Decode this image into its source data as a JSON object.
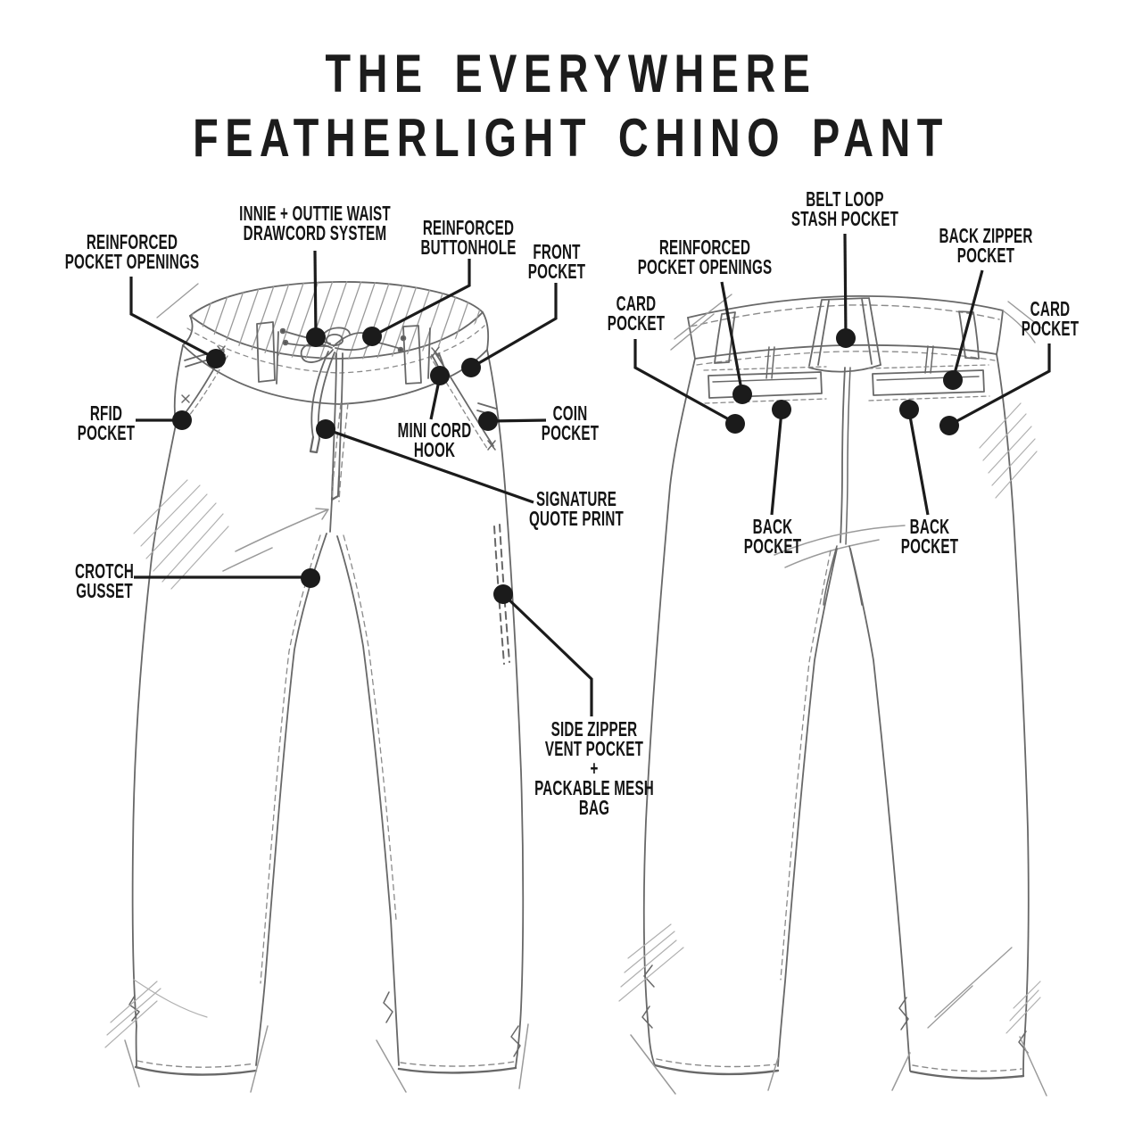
{
  "title": {
    "line1": "THE EVERYWHERE",
    "line2": "FEATHERLIGHT CHINO PANT"
  },
  "front_view": {
    "labels": {
      "reinforced_pocket_openings": "REINFORCED\nPOCKET OPENINGS",
      "drawcord": "INNIE + OUTTIE WAIST\nDRAWCORD SYSTEM",
      "buttonhole": "REINFORCED\nBUTTONHOLE",
      "front_pocket": "FRONT\nPOCKET",
      "rfid_pocket": "RFID\nPOCKET",
      "mini_cord_hook": "MINI CORD\nHOOK",
      "coin_pocket": "COIN\nPOCKET",
      "signature_quote": "SIGNATURE\nQUOTE PRINT",
      "crotch_gusset": "CROTCH\nGUSSET",
      "side_zipper": "SIDE ZIPPER\nVENT POCKET\n+\nPACKABLE MESH\nBAG"
    }
  },
  "back_view": {
    "labels": {
      "belt_loop_stash": "BELT LOOP\nSTASH POCKET",
      "reinforced_pocket_openings": "REINFORCED\nPOCKET OPENINGS",
      "back_zipper": "BACK ZIPPER\nPOCKET",
      "card_pocket_left": "CARD\nPOCKET",
      "card_pocket_right": "CARD\nPOCKET",
      "back_pocket_left": "BACK\nPOCKET",
      "back_pocket_right": "BACK\nPOCKET"
    }
  },
  "colors": {
    "background": "#ffffff",
    "ink": "#1b1b1b",
    "sketch": "#686868",
    "sketch_light": "#9a9a9a"
  }
}
